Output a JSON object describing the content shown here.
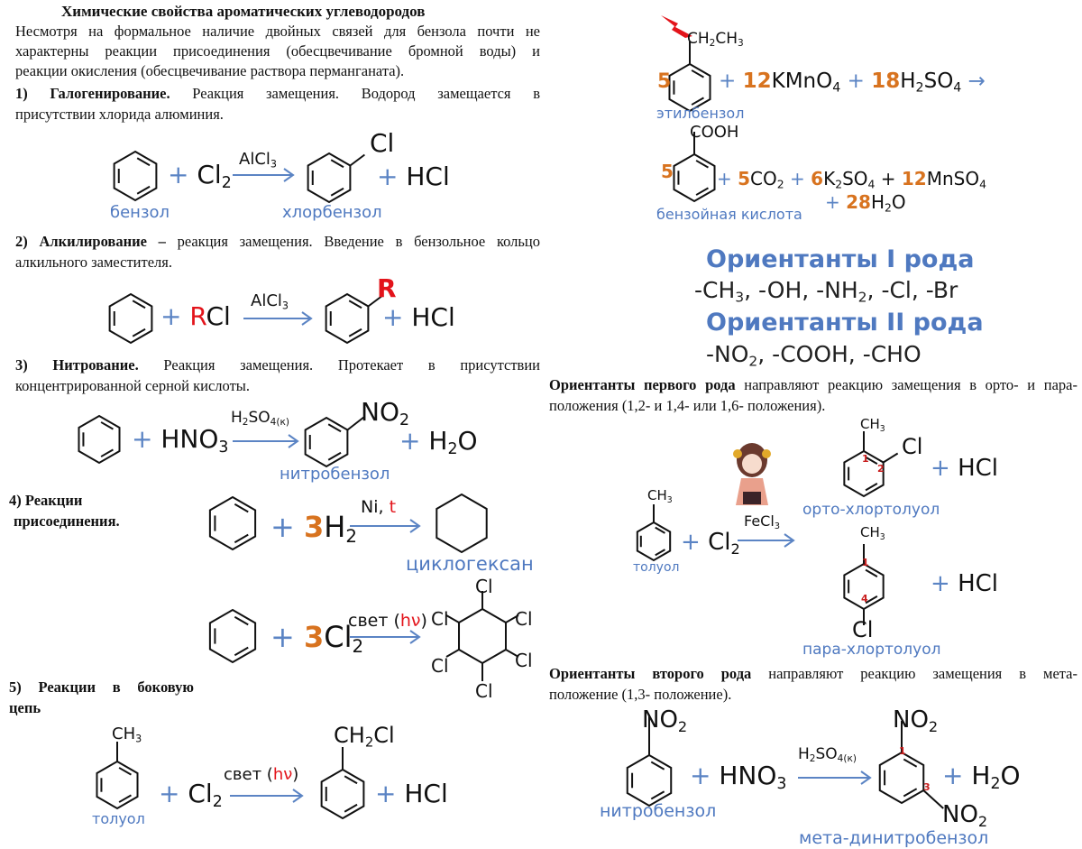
{
  "title": "Химические свойства ароматических углеводородов",
  "intro": [
    "Несмотря на формальное наличие двойных связей для бензола почти не",
    "характерны реакции присоединения (обесцвечивание бромной воды) и",
    "реакции окисления (обесцвечивание раствора перманганата)."
  ],
  "s1": {
    "head": "1) Галогенирование.",
    "rest": " Реакция замещения. Водород замещается в",
    "line2": "присутствии хлорида алюминия.",
    "reagent": [
      {
        "op": "+ "
      },
      "Cl",
      {
        "sub": "2"
      }
    ],
    "cat": [
      "AlCl",
      {
        "sub": "3"
      }
    ],
    "sub_cl": [
      "Cl"
    ],
    "hcl": [
      {
        "op": "+ "
      },
      "HCl"
    ],
    "label_a": "бензол",
    "label_b": "хлорбензол"
  },
  "s2": {
    "head": "2) Алкилирование –",
    "rest": " реакция замещения. Введение в бензольное кольцо",
    "line2": "алкильного заместителя.",
    "reagent": [
      {
        "op": "+ "
      },
      {
        "red": "R"
      },
      "Cl"
    ],
    "cat": [
      "AlCl",
      {
        "sub": "3"
      }
    ],
    "sub_r": [
      {
        "red": "R"
      }
    ],
    "hcl": [
      {
        "op": "+ "
      },
      "HCl"
    ]
  },
  "s3": {
    "head": "3) Нитрование.",
    "rest": " Реакция замещения. Протекает в присутствии",
    "line2": "концентрированной серной кислоты.",
    "reagent": [
      {
        "op": "+ "
      },
      "HNO",
      {
        "sub": "3"
      }
    ],
    "cat": [
      "H",
      {
        "sub": "2"
      },
      "SO",
      {
        "sub": "4(к)"
      }
    ],
    "sub_no2": [
      "NO",
      {
        "sub": "2"
      }
    ],
    "water": [
      {
        "op": "+ "
      },
      "H",
      {
        "sub": "2"
      },
      "O"
    ],
    "label": "нитробензол"
  },
  "s4": {
    "head1": "4) Реакции",
    "head2": "присоединения.",
    "reagent_a": [
      {
        "op": "+ "
      },
      {
        "n": "3"
      },
      "H",
      {
        "sub": "2"
      }
    ],
    "cond_a": [
      "Ni, ",
      {
        "red": "t"
      }
    ],
    "label_a": "циклогексан",
    "reagent_b": [
      {
        "op": "+ "
      },
      {
        "n": "3"
      },
      "Cl",
      {
        "sub": "2"
      }
    ],
    "cond_b": [
      "свет (",
      {
        "red": "hν"
      },
      ")"
    ],
    "cl": "Cl"
  },
  "s5": {
    "head1": "5) Реакции в боковую",
    "head2": "цепь",
    "ch3": [
      "CH",
      {
        "sub": "3"
      }
    ],
    "label": "толуол",
    "reagent": [
      {
        "op": "+ "
      },
      "Cl",
      {
        "sub": "2"
      }
    ],
    "cond": [
      "свет (",
      {
        "red": "hν"
      },
      ")"
    ],
    "product_sub": [
      "CH",
      {
        "sub": "2"
      },
      "Cl"
    ],
    "hcl": [
      {
        "op": "+ "
      },
      "HCl"
    ]
  },
  "ox": {
    "sub1": [
      "CH",
      {
        "sub": "2"
      },
      "CH",
      {
        "sub": "3"
      }
    ],
    "coef": "5",
    "line1": [
      {
        "op": "+ "
      },
      {
        "n": "12"
      },
      "KMnO",
      {
        "sub": "4"
      },
      {
        "op": " + "
      },
      {
        "n": "18"
      },
      "H",
      {
        "sub": "2"
      },
      "SO",
      {
        "sub": "4"
      },
      {
        "op": " →"
      }
    ],
    "label1": "этилбензол",
    "sub2": [
      "COOH"
    ],
    "line2": [
      {
        "op": "+ "
      },
      {
        "n": "5"
      },
      "CO",
      {
        "sub": "2"
      },
      {
        "op": " + "
      },
      {
        "n": "6"
      },
      "K",
      {
        "sub": "2"
      },
      "SO",
      {
        "sub": "4"
      },
      " + ",
      {
        "n": "12"
      },
      "MnSO",
      {
        "sub": "4"
      }
    ],
    "line3": [
      {
        "op": "+ "
      },
      {
        "n": "28"
      },
      "H",
      {
        "sub": "2"
      },
      "O"
    ],
    "label2": "бензойная кислота"
  },
  "orient": {
    "h1": "Ориентанты I рода",
    "g1": [
      "-CH",
      {
        "sub": "3"
      },
      ", -OH, -NH",
      {
        "sub": "2"
      },
      ", -Cl, -Br"
    ],
    "h2": "Ориентанты II рода",
    "g2": [
      "-NO",
      {
        "sub": "2"
      },
      ", -COOH, -CHO"
    ]
  },
  "p1": {
    "head": "Ориентанты первого рода",
    "rest": " направляют реакцию замещения в орто- и пара-",
    "line2": "положения (1,2- и 1,4- или 1,6- положения)."
  },
  "r1": {
    "ch3": [
      "CH",
      {
        "sub": "3"
      }
    ],
    "label": "толуол",
    "reagent": [
      {
        "op": "+ "
      },
      "Cl",
      {
        "sub": "2"
      }
    ],
    "cat": [
      "FeCl",
      {
        "sub": "3"
      }
    ],
    "cl": "Cl",
    "hcl": [
      {
        "op": "+ "
      },
      "HCl"
    ],
    "n1": "1",
    "n2": "2",
    "n4": "4",
    "ortho": "орто-хлортолуол",
    "para": "пара-хлортолуол"
  },
  "p2": {
    "head": "Ориентанты второго рода",
    "rest": " направляют реакцию замещения в мета-",
    "line2": "положение (1,3- положение)."
  },
  "r2": {
    "no2": [
      "NO",
      {
        "sub": "2"
      }
    ],
    "label": "нитробензол",
    "reagent": [
      {
        "op": "+ "
      },
      "HNO",
      {
        "sub": "3"
      }
    ],
    "cat": [
      "H",
      {
        "sub": "2"
      },
      "SO",
      {
        "sub": "4(к)"
      }
    ],
    "water": [
      {
        "op": "+ "
      },
      "H",
      {
        "sub": "2"
      },
      "O"
    ],
    "n1": "1",
    "n3": "3",
    "product": "мета-динитробензол"
  },
  "colors": {
    "label_blue": "#4f79c0",
    "coef_orange": "#d8731f",
    "accent_red": "#e3141b",
    "arrow_blue": "#5b84c4"
  }
}
